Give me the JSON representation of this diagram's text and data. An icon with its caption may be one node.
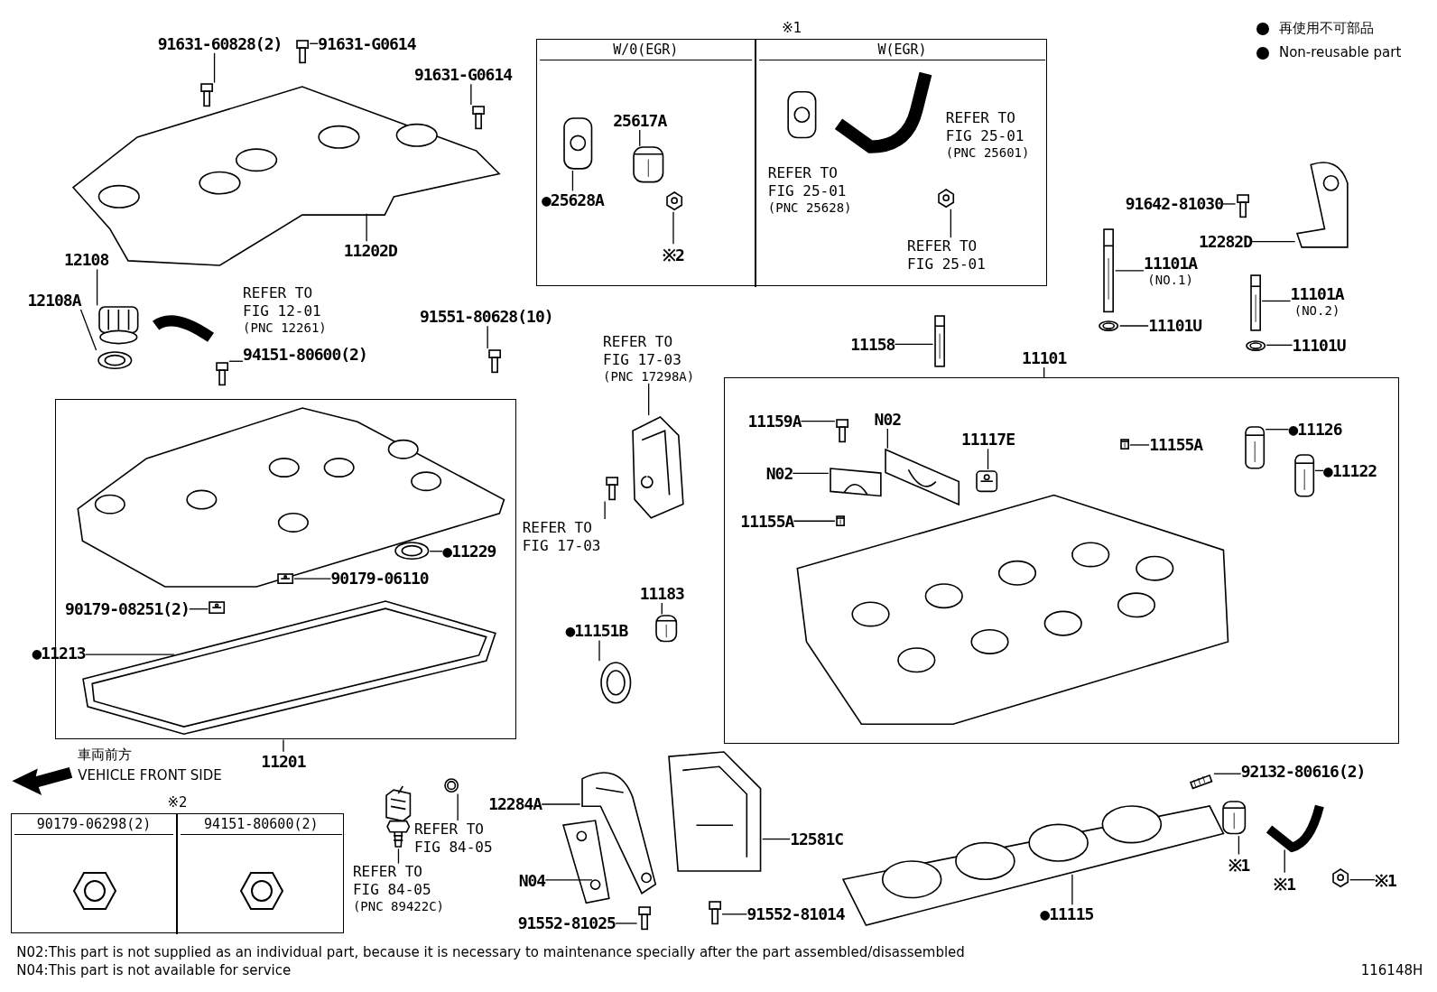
{
  "diagram": {
    "nodes": [
      {
        "text": [
          "91631-60828(2)"
        ]
      },
      {
        "text": [
          "91631-G0614"
        ]
      },
      {
        "text": [
          "91631-G0614"
        ]
      },
      {
        "text": [
          "11202D"
        ]
      },
      {
        "text": [
          "12108"
        ]
      },
      {
        "text": [
          "12108A"
        ]
      },
      {
        "text": [
          "REFER TO FIG 12-01",
          "(PNC 12261)"
        ]
      },
      {
        "text": [
          "94151-80600(2)"
        ]
      },
      {
        "text": [
          "91551-80628(10)"
        ]
      },
      {
        "text": [],
        "shape": "box"
      },
      {
        "text": [
          "●11229"
        ],
        "in": 9
      },
      {
        "text": [
          "90179-06110"
        ],
        "in": 9
      },
      {
        "text": [
          "90179-08251(2)"
        ],
        "in": 9
      },
      {
        "text": [
          "●11213"
        ]
      },
      {
        "text": [
          "11201"
        ]
      },
      {
        "text": [
          "※1"
        ]
      },
      {
        "text": [
          "W/0(EGR)"
        ],
        "in": 15
      },
      {
        "text": [
          "W(EGR)"
        ],
        "in": 15
      },
      {
        "text": [
          "25617A"
        ],
        "in": 16
      },
      {
        "text": [
          "●25628A"
        ],
        "in": 16
      },
      {
        "text": [
          "※2"
        ],
        "in": 16
      },
      {
        "text": [
          "REFER TO FIG 25-01",
          "(PNC 25601)"
        ],
        "in": 17
      },
      {
        "text": [
          "REFER TO FIG 25-01",
          "(PNC 25628)"
        ],
        "in": 17
      },
      {
        "text": [
          "REFER TO FIG 25-01"
        ],
        "in": 17
      },
      {
        "text": [
          "REFER TO FIG 17-03",
          "(PNC 17298A)"
        ]
      },
      {
        "text": [
          "REFER TO FIG 17-03"
        ]
      },
      {
        "text": [
          "91642-81030"
        ]
      },
      {
        "text": [
          "12282D"
        ]
      },
      {
        "text": [
          "11101A",
          "(NO.1)"
        ]
      },
      {
        "text": [
          "11101U"
        ]
      },
      {
        "text": [
          "11158"
        ]
      },
      {
        "text": [
          "11101"
        ]
      },
      {
        "text": [
          "11101A",
          "(NO.2)"
        ]
      },
      {
        "text": [
          "11101U"
        ]
      },
      {
        "text": [],
        "shape": "box"
      },
      {
        "text": [
          "11159A"
        ],
        "in": 34
      },
      {
        "text": [
          "N02"
        ],
        "in": 34
      },
      {
        "text": [
          "11117E"
        ],
        "in": 34
      },
      {
        "text": [
          "11155A"
        ],
        "in": 34
      },
      {
        "text": [
          "●11126"
        ],
        "in": 34
      },
      {
        "text": [
          "N02"
        ],
        "in": 34
      },
      {
        "text": [
          "●11122"
        ],
        "in": 34
      },
      {
        "text": [
          "11155A"
        ],
        "in": 34
      },
      {
        "text": [
          "11183"
        ]
      },
      {
        "text": [
          "●11151B"
        ]
      },
      {
        "text": [
          "※2"
        ]
      },
      {
        "text": [
          "90179-06298(2)"
        ],
        "in": 45
      },
      {
        "text": [
          "94151-80600(2)"
        ],
        "in": 45
      },
      {
        "text": [
          "12284A"
        ]
      },
      {
        "text": [
          "REFER TO FIG 84-05"
        ]
      },
      {
        "text": [
          "REFER TO FIG 84-05",
          "(PNC 89422C)"
        ]
      },
      {
        "text": [
          "12581C"
        ]
      },
      {
        "text": [
          "N04"
        ]
      },
      {
        "text": [
          "91552-81025"
        ]
      },
      {
        "text": [
          "91552-81014"
        ]
      },
      {
        "text": [
          "92132-80616(2)"
        ]
      },
      {
        "text": [
          "※1"
        ]
      },
      {
        "text": [
          "※1"
        ]
      },
      {
        "text": [
          "※1"
        ]
      },
      {
        "text": [
          "●11115"
        ]
      },
      {
        "text": [],
        "shape": "picture"
      },
      {
        "text": [],
        "shape": "picture"
      },
      {
        "text": [],
        "shape": "picture"
      },
      {
        "text": [],
        "shape": "picture"
      },
      {
        "text": [],
        "shape": "picture"
      },
      {
        "text": [],
        "shape": "picture"
      },
      {
        "text": [],
        "shape": "picture"
      },
      {
        "text": [],
        "shape": "picture"
      },
      {
        "text": [],
        "shape": "picture",
        "in": 9
      },
      {
        "text": [],
        "shape": "picture",
        "in": 9
      },
      {
        "text": [],
        "shape": "picture",
        "in": 9
      },
      {
        "text": [],
        "shape": "picture",
        "in": 9
      },
      {
        "text": [],
        "shape": "picture",
        "in": 16
      },
      {
        "text": [],
        "shape": "picture",
        "in": 16
      },
      {
        "text": [],
        "shape": "picture",
        "in": 16
      },
      {
        "text": [],
        "shape": "picture",
        "in": 17
      },
      {
        "text": [],
        "shape": "picture"
      },
      {
        "text": [],
        "shape": "picture"
      },
      {
        "text": [],
        "shape": "picture"
      },
      {
        "text": [],
        "shape": "picture"
      },
      {
        "text": [],
        "shape": "picture"
      },
      {
        "text": [],
        "shape": "picture"
      },
      {
        "text": [],
        "shape": "picture"
      },
      {
        "text": [],
        "shape": "picture"
      },
      {
        "text": [],
        "shape": "picture"
      },
      {
        "text": [],
        "shape": "picture",
        "in": 34
      },
      {
        "text": [],
        "shape": "picture",
        "in": 34
      },
      {
        "text": [],
        "shape": "picture",
        "in": 34
      },
      {
        "text": [],
        "shape": "picture",
        "in": 34
      },
      {
        "text": [],
        "shape": "picture",
        "in": 34
      },
      {
        "text": [],
        "shape": "picture",
        "in": 34
      },
      {
        "text": [],
        "shape": "picture",
        "in": 34
      },
      {
        "text": [],
        "shape": "picture",
        "in": 34
      },
      {
        "text": [],
        "shape": "picture"
      },
      {
        "text": [],
        "shape": "picture"
      },
      {
        "text": [],
        "shape": "picture"
      },
      {
        "text": [],
        "shape": "box"
      },
      {
        "text": [],
        "shape": "picture"
      },
      {
        "text": [],
        "shape": "picture"
      },
      {
        "text": [],
        "shape": "picture"
      },
      {
        "text": [],
        "shape": "picture"
      },
      {
        "text": [],
        "shape": "picture"
      },
      {
        "text": [],
        "shape": "picture"
      },
      {
        "text": [],
        "shape": "picture"
      },
      {
        "text": [],
        "shape": "picture"
      },
      {
        "text": [],
        "shape": "picture"
      },
      {
        "text": [],
        "shape": "picture"
      }
    ],
    "edges": [
      {
        "from": 0,
        "to": 60,
        "arrow": "none"
      },
      {
        "from": 1,
        "to": 61,
        "arrow": "none"
      },
      {
        "from": 2,
        "to": 62,
        "arrow": "none"
      },
      {
        "from": 3,
        "to": 63,
        "arrow": "none"
      },
      {
        "from": 4,
        "to": 64,
        "arrow": "none"
      },
      {
        "from": 5,
        "to": 65,
        "arrow": "none"
      },
      {
        "from": 7,
        "to": 66,
        "arrow": "none"
      },
      {
        "from": 8,
        "to": 67,
        "arrow": "none"
      },
      {
        "from": 10,
        "to": 68,
        "arrow": "none"
      },
      {
        "from": 11,
        "to": 69,
        "arrow": "none"
      },
      {
        "from": 12,
        "to": 70,
        "arrow": "none"
      },
      {
        "from": 13,
        "to": 71,
        "arrow": "none"
      },
      {
        "from": 14,
        "to": 9,
        "arrow": "none"
      },
      {
        "from": 18,
        "to": 72,
        "arrow": "none"
      },
      {
        "from": 19,
        "to": 73,
        "arrow": "none"
      },
      {
        "from": 20,
        "to": 74,
        "arrow": "none"
      },
      {
        "from": 23,
        "to": 75,
        "arrow": "none"
      },
      {
        "from": 24,
        "to": 76,
        "arrow": "none"
      },
      {
        "from": 25,
        "to": 77,
        "arrow": "none"
      },
      {
        "from": 26,
        "to": 78,
        "arrow": "none"
      },
      {
        "from": 27,
        "to": 79,
        "arrow": "none"
      },
      {
        "from": 28,
        "to": 80,
        "arrow": "none"
      },
      {
        "from": 29,
        "to": 81,
        "arrow": "none"
      },
      {
        "from": 30,
        "to": 82,
        "arrow": "none"
      },
      {
        "from": 31,
        "to": 34,
        "arrow": "none"
      },
      {
        "from": 32,
        "to": 83,
        "arrow": "none"
      },
      {
        "from": 33,
        "to": 84,
        "arrow": "none"
      },
      {
        "from": 35,
        "to": 85,
        "arrow": "none"
      },
      {
        "from": 36,
        "to": 86,
        "arrow": "none"
      },
      {
        "from": 37,
        "to": 87,
        "arrow": "none"
      },
      {
        "from": 38,
        "to": 88,
        "arrow": "none"
      },
      {
        "from": 39,
        "to": 89,
        "arrow": "none"
      },
      {
        "from": 40,
        "to": 90,
        "arrow": "none"
      },
      {
        "from": 41,
        "to": 91,
        "arrow": "none"
      },
      {
        "from": 42,
        "to": 92,
        "arrow": "none"
      },
      {
        "from": 43,
        "to": 93,
        "arrow": "none"
      },
      {
        "from": 44,
        "to": 94,
        "arrow": "none"
      },
      {
        "from": 48,
        "to": 95,
        "arrow": "none"
      },
      {
        "from": 50,
        "to": 96,
        "arrow": "none"
      },
      {
        "from": 51,
        "to": 97,
        "arrow": "none"
      },
      {
        "from": 52,
        "to": 98,
        "arrow": "none"
      },
      {
        "from": 53,
        "to": 99,
        "arrow": "none"
      },
      {
        "from": 54,
        "to": 100,
        "arrow": "none"
      },
      {
        "from": 55,
        "to": 101,
        "arrow": "none"
      },
      {
        "from": 56,
        "to": 102,
        "arrow": "none"
      },
      {
        "from": 57,
        "to": 103,
        "arrow": "none"
      },
      {
        "from": 58,
        "to": 104,
        "arrow": "none"
      },
      {
        "from": 59,
        "to": 105,
        "arrow": "none"
      },
      {
        "from": 49,
        "to": 106,
        "arrow": "none"
      }
    ],
    "labels": [
      "車両前方",
      "VEHICLE FRONT SIDE",
      "N02:This part is not supplied as an individual part, because it is necessary to maintenance specially after the part assembled/disassembled",
      "N04:This part is not available for service",
      "116148H"
    ],
    "legend": [
      {
        "text": "再使用不可部品",
        "color": "#000000"
      },
      {
        "text": "Non-reusable part",
        "color": "#000000"
      }
    ]
  }
}
